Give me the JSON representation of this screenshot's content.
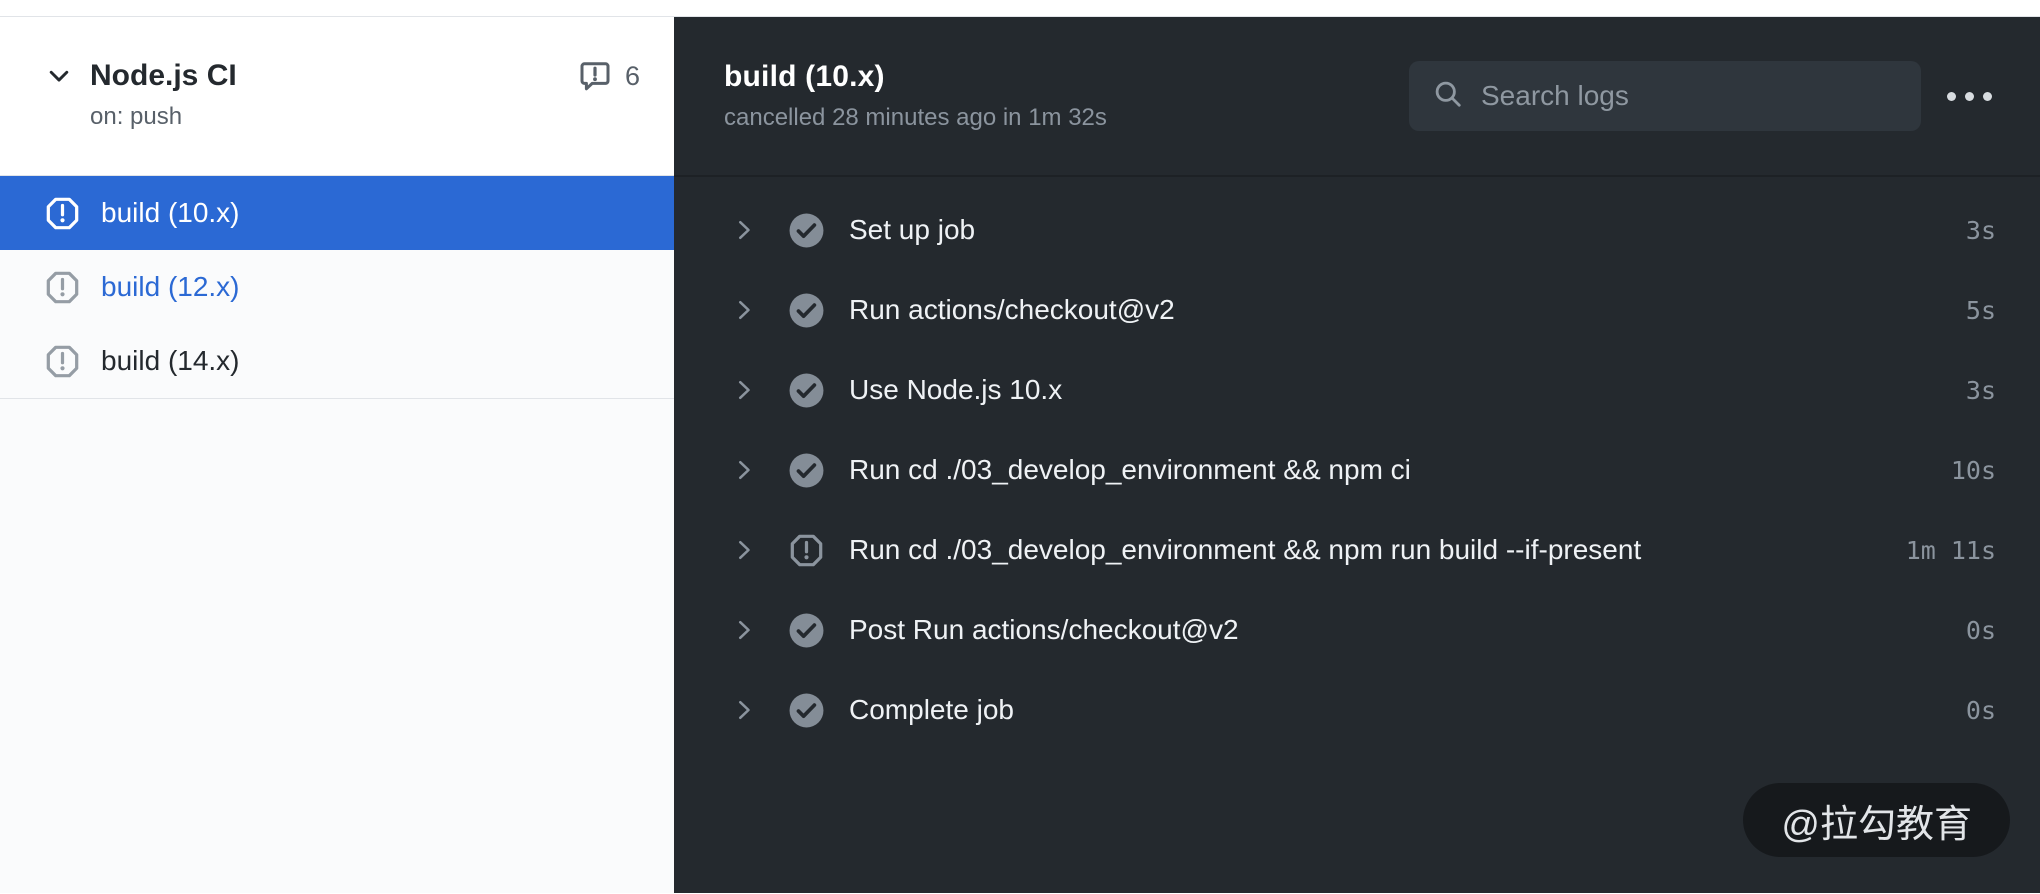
{
  "sidebar": {
    "workflow": {
      "name": "Node.js CI",
      "trigger": "on: push",
      "annotation_count": "6",
      "annotation_icon": "annotation-bubble-icon",
      "collapse_icon": "chevron-down-icon"
    },
    "jobs": [
      {
        "label": "build (10.x)",
        "status": "cancelled",
        "selected": true,
        "link": false,
        "icon": "cancelled-octagon-icon"
      },
      {
        "label": "build (12.x)",
        "status": "cancelled",
        "selected": false,
        "link": true,
        "icon": "cancelled-octagon-icon"
      },
      {
        "label": "build (14.x)",
        "status": "cancelled",
        "selected": false,
        "link": false,
        "icon": "cancelled-octagon-icon"
      }
    ]
  },
  "panel": {
    "title": "build (10.x)",
    "subtitle": "cancelled 28 minutes ago in 1m 32s",
    "search": {
      "placeholder": "Search logs",
      "icon": "search-icon"
    },
    "kebab_icon": "kebab-horizontal-icon",
    "steps": [
      {
        "title": "Set up job",
        "duration": "3s",
        "status": "success"
      },
      {
        "title": "Run actions/checkout@v2",
        "duration": "5s",
        "status": "success"
      },
      {
        "title": "Use Node.js 10.x",
        "duration": "3s",
        "status": "success"
      },
      {
        "title": "Run cd ./03_develop_environment && npm ci",
        "duration": "10s",
        "status": "success"
      },
      {
        "title": "Run cd ./03_develop_environment && npm run build --if-present",
        "duration": "1m 11s",
        "status": "cancelled"
      },
      {
        "title": "Post Run actions/checkout@v2",
        "duration": "0s",
        "status": "success"
      },
      {
        "title": "Complete job",
        "duration": "0s",
        "status": "success"
      }
    ],
    "watermark": "@拉勾教育"
  },
  "colors": {
    "accent_blue": "#2b69d4",
    "panel_bg": "#24292e",
    "sidebar_bg": "#fafbfc",
    "muted_dark": "#8b949e",
    "muted_light": "#586069",
    "success_circle": "#848d97",
    "border_light": "#e1e4e8"
  }
}
